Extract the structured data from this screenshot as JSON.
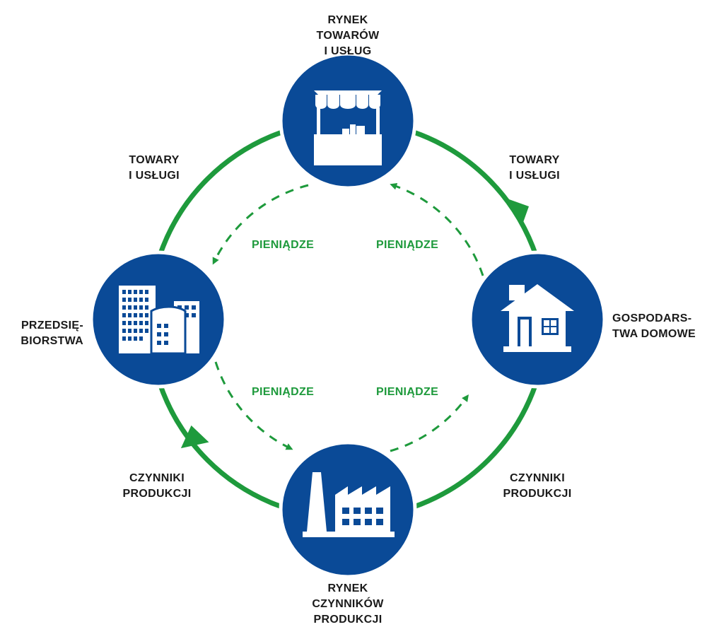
{
  "colors": {
    "node_fill": "#0a4a97",
    "arrow_green": "#1e9a3c",
    "icon_white": "#ffffff",
    "text": "#1a1a1a"
  },
  "nodes": {
    "goods_market": {
      "label": "RYNEK\nTOWARÓW\nI USŁUG",
      "icon": "market-stall-icon"
    },
    "households": {
      "label": "GOSPODARS-\nTWA DOMOWE",
      "icon": "house-icon"
    },
    "factor_market": {
      "label": "RYNEK\nCZYNNIKÓW\nPRODUKCJI",
      "icon": "factory-icon"
    },
    "firms": {
      "label": "PRZEDSIĘ-\nBIORSTWA",
      "icon": "office-buildings-icon"
    }
  },
  "flows": {
    "goods_to_firms_side": "TOWARY\nI USŁUGI",
    "goods_to_households": "TOWARY\nI USŁUGI",
    "factors_from_households": "CZYNNIKI\nPRODUKCJI",
    "factors_to_firms": "CZYNNIKI\nPRODUKCJI"
  },
  "money_flows": {
    "top_left": "PIENIĄDZE",
    "top_right": "PIENIĄDZE",
    "bottom_left": "PIENIĄDZE",
    "bottom_right": "PIENIĄDZE"
  }
}
